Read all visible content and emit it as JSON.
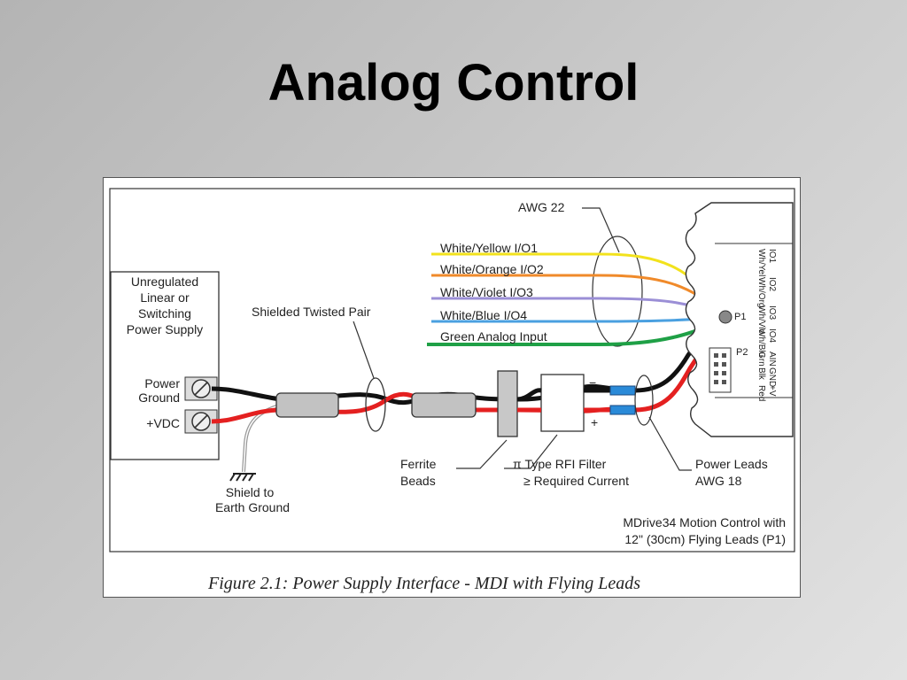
{
  "slide": {
    "title": "Analog Control"
  },
  "figure": {
    "caption": "Figure 2.1: Power Supply Interface - MDI with Flying Leads",
    "power_supply": {
      "lines": [
        "Unregulated",
        "Linear or",
        "Switching",
        "Power Supply"
      ],
      "terminal_ground": [
        "Power",
        "Ground"
      ],
      "terminal_vdc": "+VDC"
    },
    "shield": [
      "Shield to",
      "Earth Ground"
    ],
    "twisted_pair": "Shielded Twisted Pair",
    "ferrite": [
      "Ferrite",
      "Beads"
    ],
    "rfi_filter": [
      "π Type RFI Filter",
      "≥ Required Current"
    ],
    "power_leads": [
      "Power Leads",
      "AWG 18"
    ],
    "awg22": "AWG 22",
    "polarity": {
      "minus": "−",
      "plus": "+"
    },
    "wires": [
      {
        "label": "White/Yellow I/O1",
        "color": "#f2e21c"
      },
      {
        "label": "White/Orange I/O2",
        "color": "#f08a2a"
      },
      {
        "label": "White/Violet I/O3",
        "color": "#9b8fd6"
      },
      {
        "label": "White/Blue I/O4",
        "color": "#4aa0e0"
      },
      {
        "label": "Green Analog Input",
        "color": "#1fa046"
      }
    ],
    "connector": {
      "p1": "P1",
      "p2": "P2"
    },
    "pin_labels": [
      {
        "name": "IO1",
        "sub": "Wh/Yel"
      },
      {
        "name": "IO2",
        "sub": "Wh/Org"
      },
      {
        "name": "IO3",
        "sub": "Wh/Vio"
      },
      {
        "name": "IO4",
        "sub": "Wh/Blu"
      },
      {
        "name": "AIN",
        "sub": "Grn"
      },
      {
        "name": "GND",
        "sub": "Blk"
      },
      {
        "name": "+V",
        "sub": "Red"
      }
    ],
    "mdrive_note": [
      "MDrive34 Motion Control with",
      "12\" (30cm) Flying Leads (P1)"
    ]
  }
}
